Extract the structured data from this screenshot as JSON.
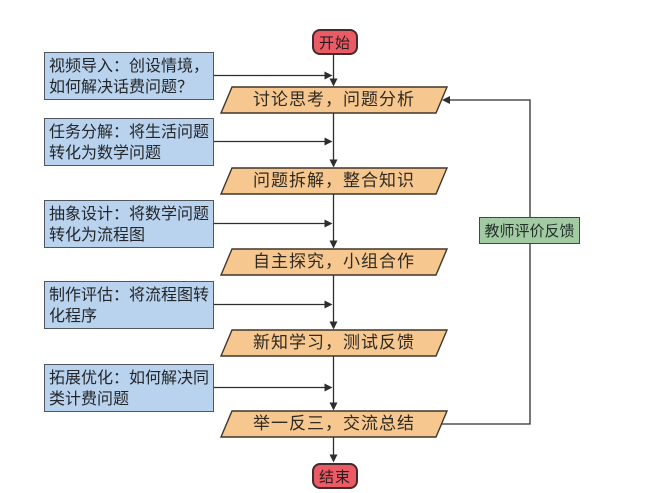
{
  "flowchart": {
    "start": {
      "label": "开始"
    },
    "end": {
      "label": "结束"
    },
    "steps": [
      {
        "label": "讨论思考，问题分析"
      },
      {
        "label": "问题拆解，整合知识"
      },
      {
        "label": "自主探究，小组合作"
      },
      {
        "label": "新知学习，测试反馈"
      },
      {
        "label": "举一反三，交流总结"
      }
    ],
    "notes": [
      {
        "label": "视频导入：创设情境，如何解决话费问题？"
      },
      {
        "label": "任务分解：将生活问题转化为数学问题"
      },
      {
        "label": "抽象设计：将数学问题转化为流程图"
      },
      {
        "label": "制作评估：将流程图转化程序"
      },
      {
        "label": "拓展优化：如何解决同类计费问题"
      }
    ],
    "feedback": {
      "label": "教师评价反馈"
    },
    "colors": {
      "terminal_fill": "#ea5b66",
      "step_fill": "#f6c78e",
      "note_fill": "#b9d2ed",
      "feedback_fill": "#a2cba3",
      "connector": "#2e2e2e"
    }
  }
}
